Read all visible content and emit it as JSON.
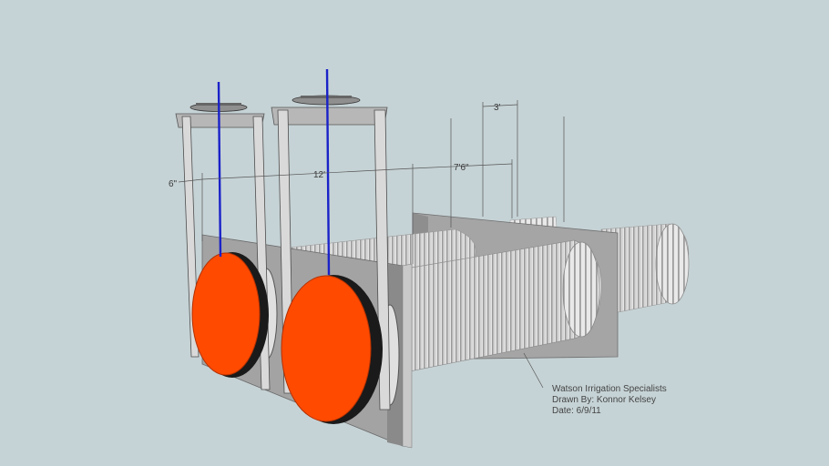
{
  "dimensions": {
    "gap_6in": "6\"",
    "gate_width": "12'",
    "span": "7'6\"",
    "spacing": "3'"
  },
  "annotation": {
    "line1": "Watson Irrigation Specialists",
    "line2": "Drawn By: Konnor Kelsey",
    "line3": "Date: 6/9/11"
  },
  "colors": {
    "background": "#c6d3d6",
    "gate": "#ff4a00",
    "stem": "#1a22c8",
    "panel": "#a9a9a9",
    "pipe": "#e3e3e3"
  }
}
